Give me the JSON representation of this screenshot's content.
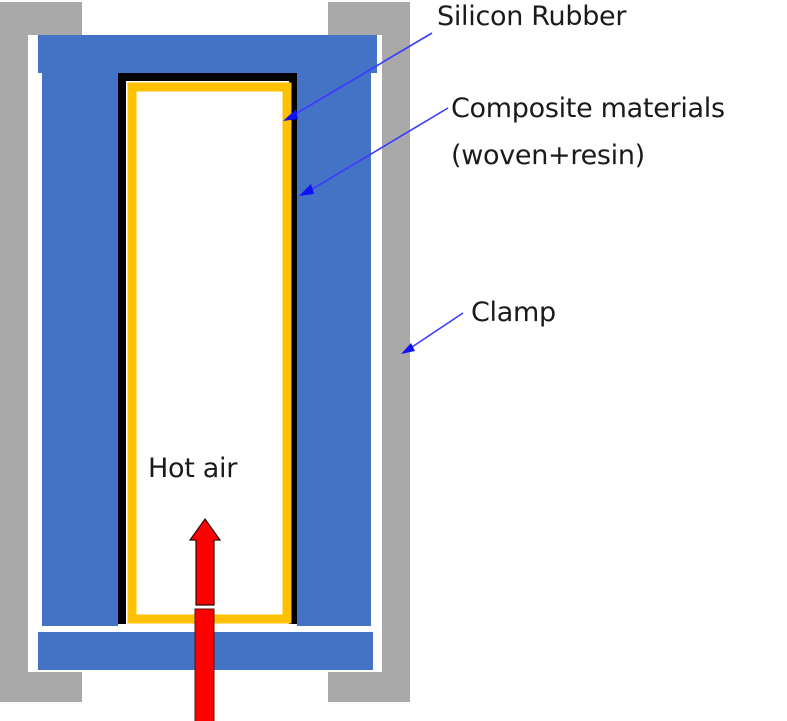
{
  "diagram": {
    "title": "",
    "labels": {
      "silicon_rubber": "Silicon Rubber",
      "composite_line1": "Composite materials",
      "composite_line2": "(woven+resin)",
      "clamp": "Clamp",
      "hot_air": "Hot air"
    },
    "components": [
      {
        "id": "clamp",
        "name": "Clamp",
        "color": "#a9a9a9"
      },
      {
        "id": "silicon-rubber-mold",
        "name": "Silicon Rubber mold body",
        "color": "#4472c4"
      },
      {
        "id": "silicon-rubber-layer",
        "name": "Silicon Rubber (inner liner)",
        "color": "#000000"
      },
      {
        "id": "composite-layer",
        "name": "Composite materials (woven+resin)",
        "color": "#ffc000"
      },
      {
        "id": "hot-air-flow",
        "name": "Hot air",
        "color": "#ff0000"
      }
    ],
    "colors": {
      "clamp": "#a9a9a9",
      "mold": "#4472c4",
      "liner": "#000000",
      "composite": "#ffc000",
      "hot_air": "#ff0000",
      "leader_line": "#3030ff",
      "text": "#1a1a1a"
    }
  }
}
